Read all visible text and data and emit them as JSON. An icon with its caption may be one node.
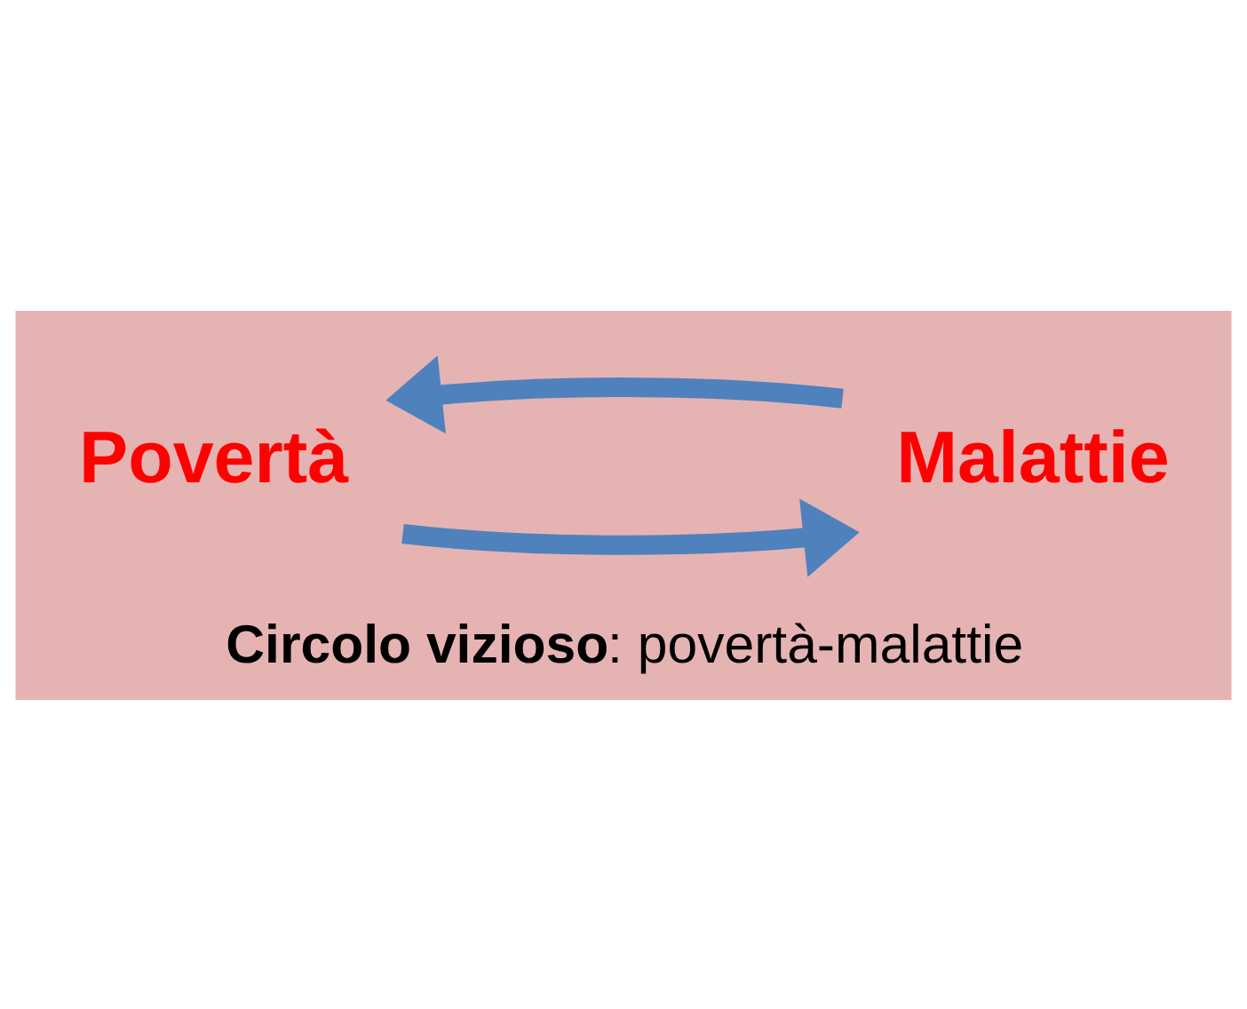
{
  "diagram": {
    "caption": "**Circolo vizioso**: povertà-malattie",
    "nodes": [
      {
        "text": [
          "Povertà"
        ]
      },
      {
        "text": [
          "Malattie"
        ]
      }
    ],
    "edges": [
      {
        "from": 0,
        "to": 1,
        "arrow": "to"
      },
      {
        "from": 1,
        "to": 0,
        "arrow": "to"
      }
    ]
  }
}
